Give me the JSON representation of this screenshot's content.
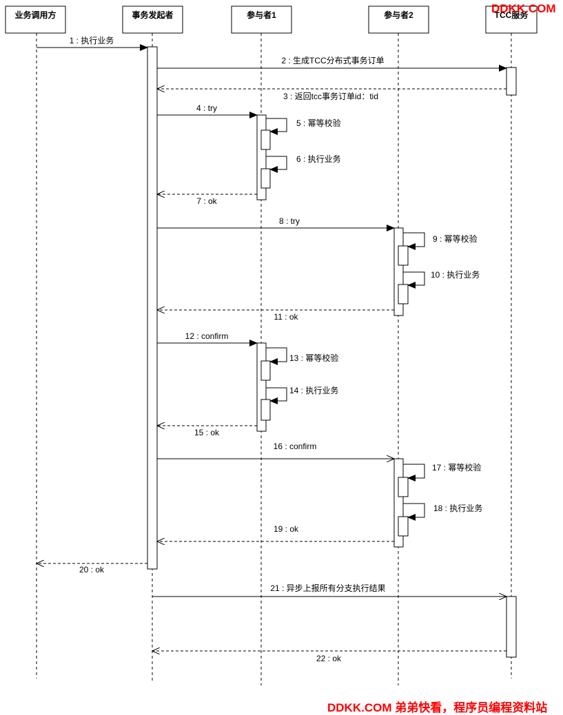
{
  "participants": [
    {
      "id": "caller",
      "label": "业务调用方"
    },
    {
      "id": "initiator",
      "label": "事务发起者"
    },
    {
      "id": "p1",
      "label": "参与者1"
    },
    {
      "id": "p2",
      "label": "参与者2"
    },
    {
      "id": "tcc",
      "label": "TCC服务"
    }
  ],
  "messages": [
    {
      "label": "1 : 执行业务",
      "from": "caller",
      "to": "initiator",
      "kind": "call"
    },
    {
      "label": "2 : 生成TCC分布式事务订单",
      "from": "initiator",
      "to": "tcc",
      "kind": "call"
    },
    {
      "label": "3 : 返回tcc事务订单id：tid",
      "from": "tcc",
      "to": "initiator",
      "kind": "return"
    },
    {
      "label": "4 : try",
      "from": "initiator",
      "to": "p1",
      "kind": "call"
    },
    {
      "label": "5 : 幂等校验",
      "from": "p1",
      "to": "p1",
      "kind": "self"
    },
    {
      "label": "6 : 执行业务",
      "from": "p1",
      "to": "p1",
      "kind": "self"
    },
    {
      "label": "7 : ok",
      "from": "p1",
      "to": "initiator",
      "kind": "return"
    },
    {
      "label": "8 : try",
      "from": "initiator",
      "to": "p2",
      "kind": "call"
    },
    {
      "label": "9 : 幂等校验",
      "from": "p2",
      "to": "p2",
      "kind": "self"
    },
    {
      "label": "10 : 执行业务",
      "from": "p2",
      "to": "p2",
      "kind": "self"
    },
    {
      "label": "11 : ok",
      "from": "p2",
      "to": "initiator",
      "kind": "return"
    },
    {
      "label": "12 : confirm",
      "from": "initiator",
      "to": "p1",
      "kind": "call"
    },
    {
      "label": "13 : 幂等校验",
      "from": "p1",
      "to": "p1",
      "kind": "self"
    },
    {
      "label": "14 : 执行业务",
      "from": "p1",
      "to": "p1",
      "kind": "self"
    },
    {
      "label": "15 : ok",
      "from": "p1",
      "to": "initiator",
      "kind": "return"
    },
    {
      "label": "16 : confirm",
      "from": "initiator",
      "to": "p2",
      "kind": "call"
    },
    {
      "label": "17 : 幂等校验",
      "from": "p2",
      "to": "p2",
      "kind": "self"
    },
    {
      "label": "18 : 执行业务",
      "from": "p2",
      "to": "p2",
      "kind": "self"
    },
    {
      "label": "19 : ok",
      "from": "p2",
      "to": "initiator",
      "kind": "return"
    },
    {
      "label": "20 : ok",
      "from": "initiator",
      "to": "caller",
      "kind": "return"
    },
    {
      "label": "21 : 异步上报所有分支执行结果",
      "from": "initiator",
      "to": "tcc",
      "kind": "call"
    },
    {
      "label": "22 : ok",
      "from": "tcc",
      "to": "initiator",
      "kind": "return"
    }
  ],
  "watermark": {
    "top": "DDKK.COM",
    "bottom": "DDKK.COM 弟弟快看，程序员编程资料站",
    "color": "#ff0000"
  }
}
